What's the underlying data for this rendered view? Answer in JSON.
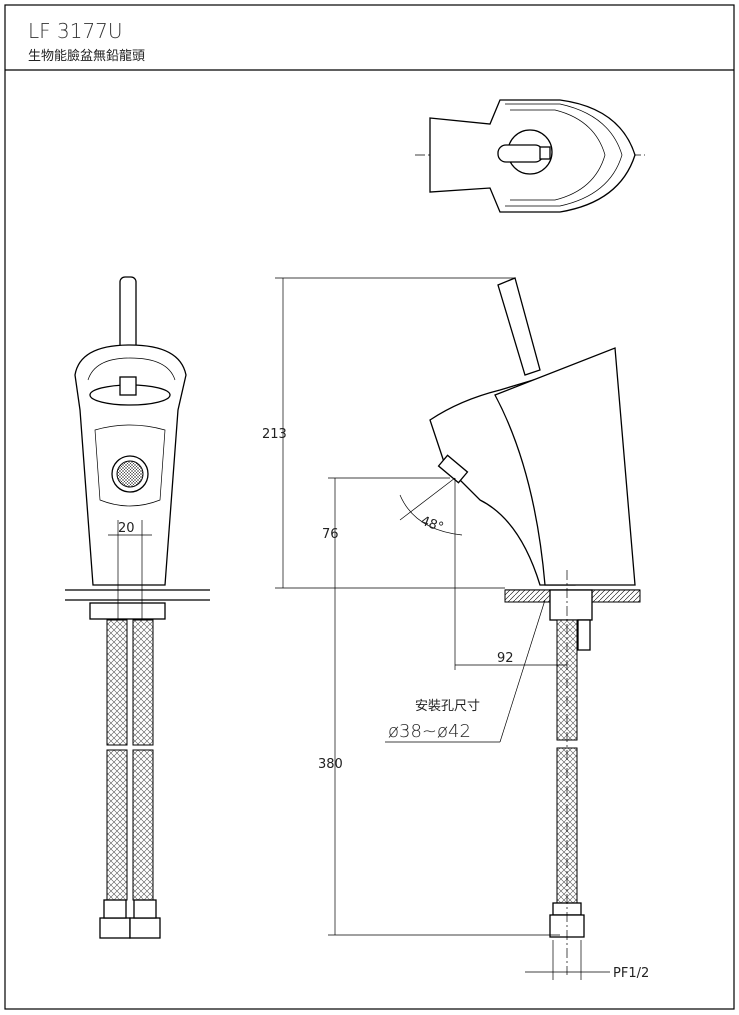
{
  "header": {
    "model": "LF 3177U",
    "name": "生物能臉盆無鉛龍頭"
  },
  "dimensions": {
    "nozzle_width": "20",
    "total_height": "213",
    "spout_height": "76",
    "spout_angle": "48°",
    "spout_reach": "92",
    "hose_length": "380",
    "thread": "PF1/2"
  },
  "annotations": {
    "hole_label": "安裝孔尺寸",
    "hole_size": "ø38~ø42"
  }
}
